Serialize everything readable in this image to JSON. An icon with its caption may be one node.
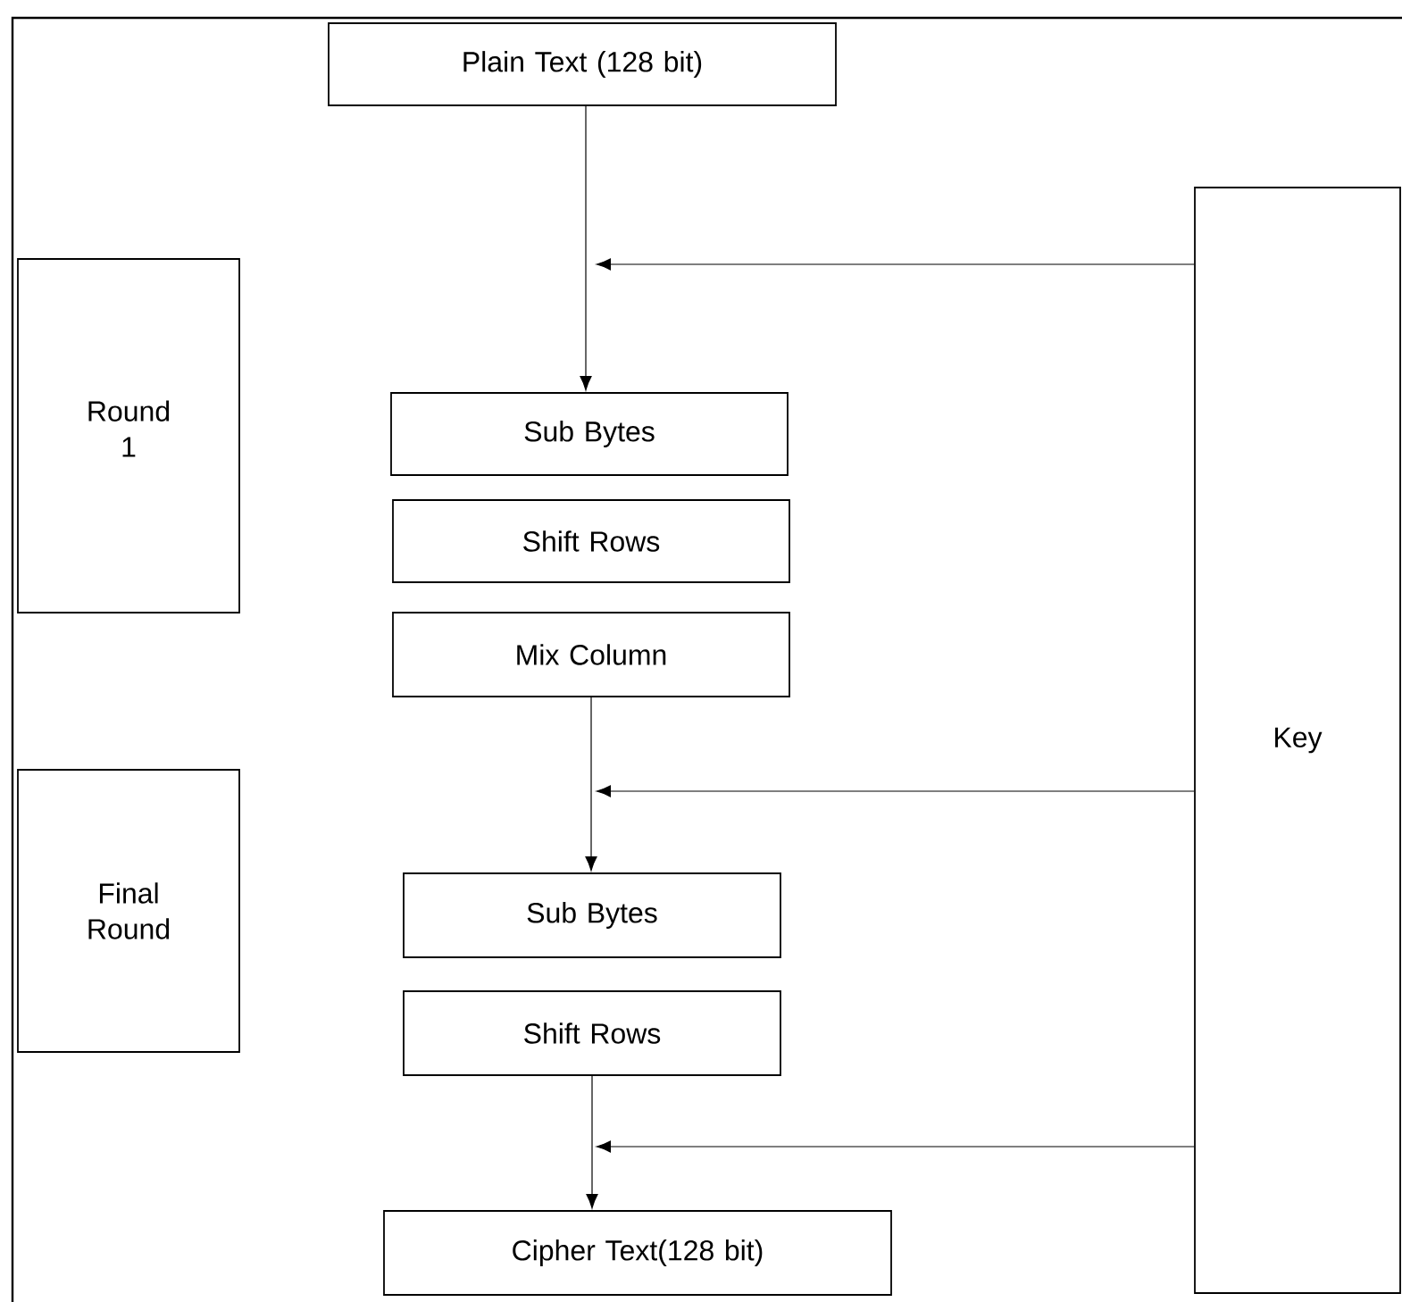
{
  "diagram": {
    "nodes": [
      {
        "text": [
          "Plain Text (128 bit)"
        ]
      },
      {
        "text": [
          "Round 1"
        ]
      },
      {
        "text": [
          "Sub Bytes"
        ]
      },
      {
        "text": [
          "Shift Rows"
        ]
      },
      {
        "text": [
          "Mix Column"
        ]
      },
      {
        "text": [
          "Final Round"
        ]
      },
      {
        "text": [
          "Sub Bytes"
        ]
      },
      {
        "text": [
          "Shift Rows"
        ]
      },
      {
        "text": [
          "Cipher Text(128 bit)"
        ]
      },
      {
        "text": [
          "Key"
        ]
      }
    ],
    "edges": [
      {
        "from": 0,
        "to": 2,
        "arrow": "to"
      },
      {
        "from": 9,
        "to": null,
        "arrow": "to"
      },
      {
        "from": 4,
        "to": 6,
        "arrow": "to"
      },
      {
        "from": 9,
        "to": null,
        "arrow": "to"
      },
      {
        "from": 7,
        "to": 8,
        "arrow": "to"
      },
      {
        "from": 9,
        "to": null,
        "arrow": "to"
      }
    ]
  }
}
